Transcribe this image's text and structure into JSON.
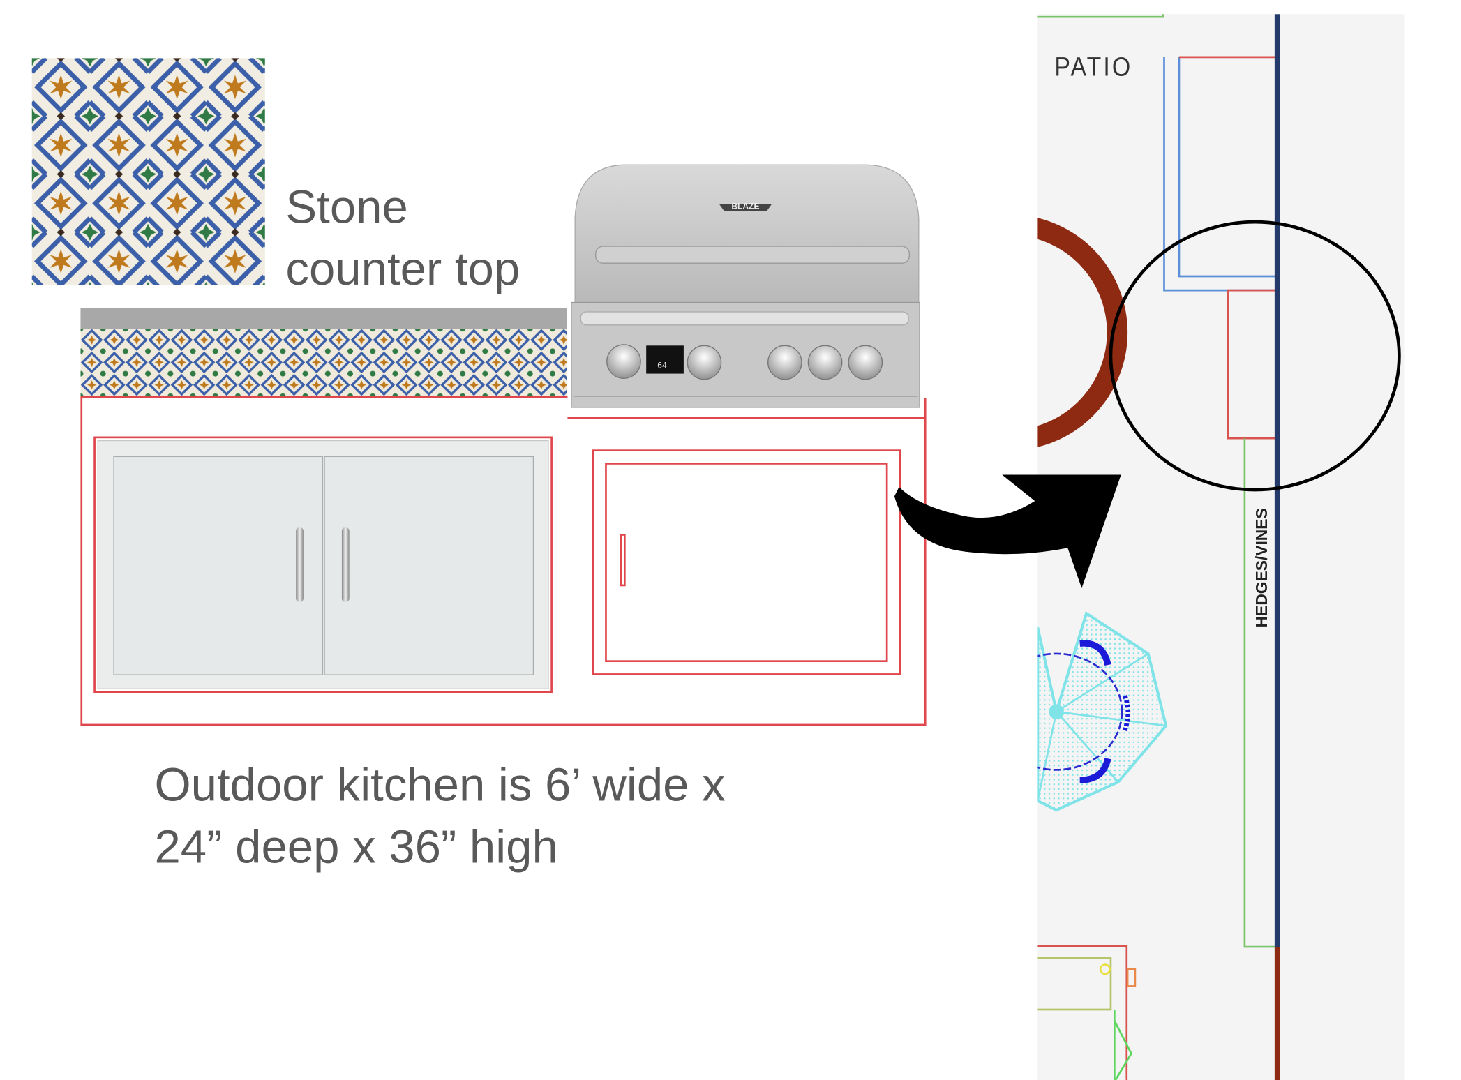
{
  "tile_sample": {
    "caption_line1": "Stone",
    "caption_line2": "counter top"
  },
  "grill": {
    "brand": "BLAZE",
    "display_value": "64"
  },
  "description": {
    "line1": "Outdoor kitchen is 6’ wide x",
    "line2": "24” deep x 36” high"
  },
  "site_plan": {
    "patio_label": "PATIO",
    "hedge_label": "HEDGES/VINES"
  },
  "colors": {
    "outline": "#e0474c",
    "tile_blue": "#3b5fa8",
    "tile_orange": "#c07a1e",
    "tile_green": "#2f7a45",
    "fire_pit": "#8f2a12",
    "fence": "#233a6b",
    "umbrella": "#7fe3e8"
  }
}
